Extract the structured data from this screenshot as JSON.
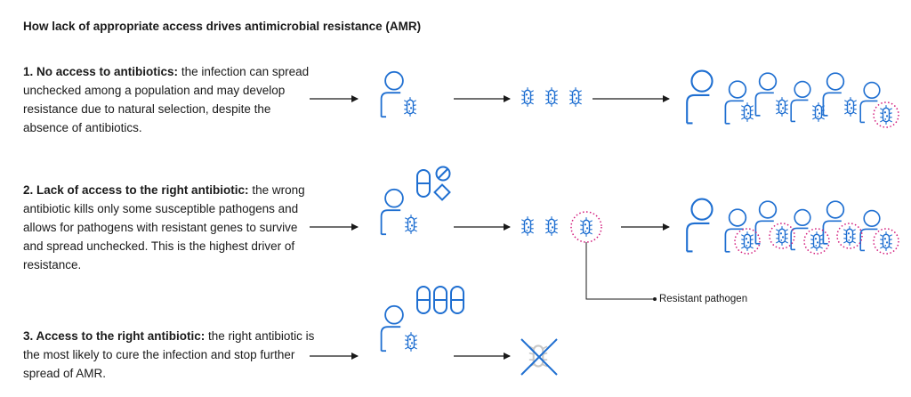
{
  "title": "How lack of appropriate access drives antimicrobial resistance (AMR)",
  "rows": [
    {
      "heading": "1. No access to antibiotics:",
      "body": " the infection can spread unchecked among a population and may develop resistance due to natural selection, despite the absence of antibiotics."
    },
    {
      "heading": "2. Lack of access to the right antibiotic:",
      "body": " the wrong antibiotic kills only some susceptible pathogens and allows for pathogens with resistant genes to survive and spread unchecked. This is the highest driver of resistance."
    },
    {
      "heading": "3. Access to the right antibiotic:",
      "body": " the right antibiotic is the most likely to cure the infection and stop further spread of AMR."
    }
  ],
  "callout_label": "Resistant pathogen",
  "colors": {
    "icon_blue": "#1f6fd1",
    "resistant_ring": "#d2187a",
    "cured_grey": "#b5b5b5",
    "arrow": "#1a1a1a"
  }
}
